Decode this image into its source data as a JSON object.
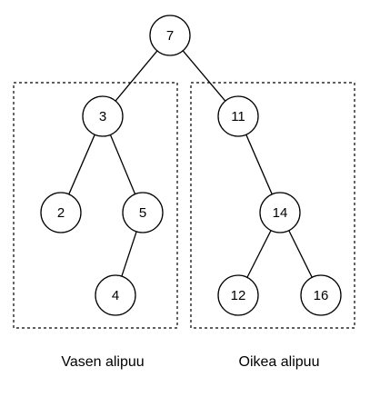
{
  "tree": {
    "nodes": [
      {
        "id": "7",
        "label": "7"
      },
      {
        "id": "3",
        "label": "3"
      },
      {
        "id": "11",
        "label": "11"
      },
      {
        "id": "2",
        "label": "2"
      },
      {
        "id": "5",
        "label": "5"
      },
      {
        "id": "4",
        "label": "4"
      },
      {
        "id": "14",
        "label": "14"
      },
      {
        "id": "12",
        "label": "12"
      },
      {
        "id": "16",
        "label": "16"
      }
    ],
    "edges": [
      [
        "7",
        "3"
      ],
      [
        "7",
        "11"
      ],
      [
        "3",
        "2"
      ],
      [
        "3",
        "5"
      ],
      [
        "5",
        "4"
      ],
      [
        "11",
        "14"
      ],
      [
        "14",
        "12"
      ],
      [
        "14",
        "16"
      ]
    ]
  },
  "subtrees": {
    "left_label": "Vasen alipuu",
    "right_label": "Oikea alipuu"
  }
}
